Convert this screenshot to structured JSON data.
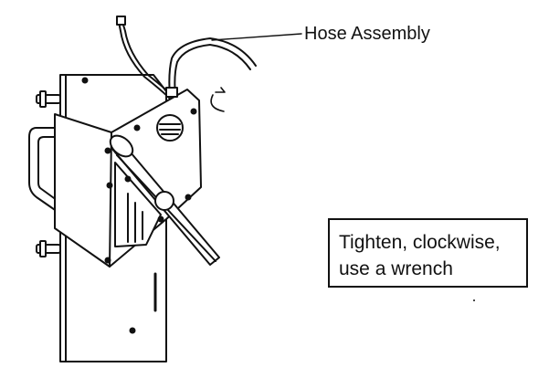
{
  "diagram": {
    "callout": {
      "label": "Hose Assembly"
    },
    "instruction": {
      "lines": [
        "Tighten, clockwise,",
        "use a wrench"
      ]
    },
    "colors": {
      "line": "#111111",
      "fill": "#ffffff",
      "background": "#ffffff"
    },
    "icons": [
      "clockwise-arrow-icon",
      "wrench-icon",
      "knob-icon"
    ]
  }
}
